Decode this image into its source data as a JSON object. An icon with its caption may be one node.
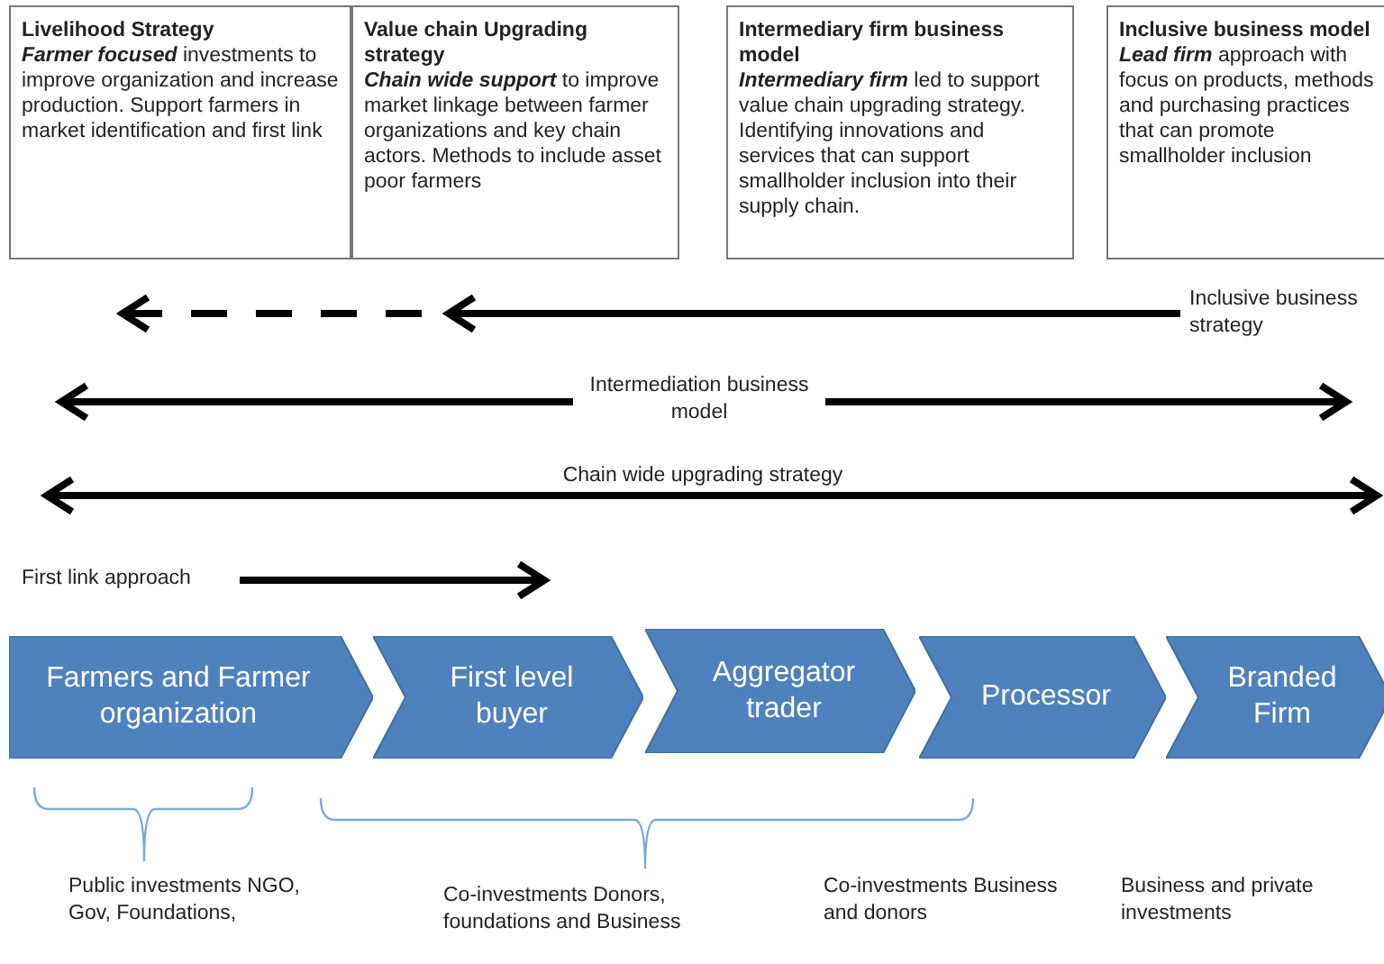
{
  "diagram": {
    "nodes": [
      {
        "text": [
          "Livelihood Strategy",
          "**Farmer focused** investments to improve organization and increase production. Support farmers in market identification and first link"
        ]
      },
      {
        "text": [
          "Value chain Upgrading strategy",
          "**Chain wide support** to improve market linkage between farmer organizations and key chain actors. Methods to include asset poor farmers"
        ]
      },
      {
        "text": [
          "Intermediary firm business model",
          "**Intermediary firm** led to support value chain upgrading strategy. Identifying innovations and services that can support smallholder inclusion into their supply chain."
        ]
      },
      {
        "text": [
          "Inclusive business model",
          "**Lead firm** approach with focus on products, methods and purchasing practices that can promote smallholder inclusion"
        ]
      },
      {
        "text": [
          "Farmers and Farmer organization"
        ]
      },
      {
        "text": [
          "First level buyer"
        ]
      },
      {
        "text": [
          "Aggregator trader"
        ]
      },
      {
        "text": [
          "Processor"
        ]
      },
      {
        "text": [
          "Branded Firm"
        ]
      }
    ],
    "labels": [
      "Inclusive business strategy",
      "Intermediation business model",
      "Chain wide upgrading strategy",
      "First link approach",
      "Public investments NGO, Gov, Foundations,",
      "Co-investments Donors, foundations and Business",
      "Co-investments Business and donors",
      "Business and private investments"
    ]
  }
}
